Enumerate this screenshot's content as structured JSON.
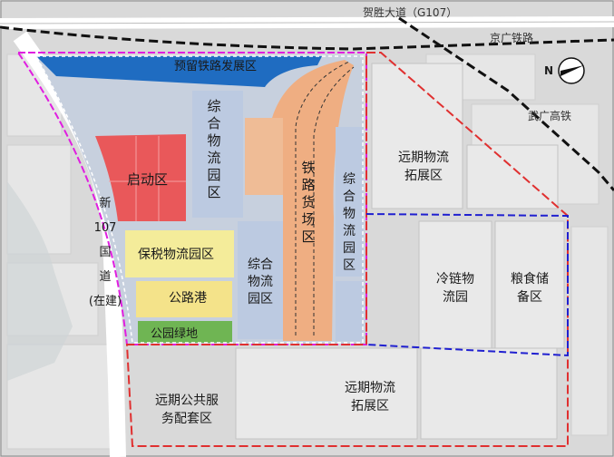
{
  "roads": {
    "top_road": "贺胜大道（G107）",
    "railway": "京广铁路",
    "highspeed": "武广高铁",
    "national_road": [
      "新",
      "107",
      "国",
      "道",
      "(在建)"
    ]
  },
  "compass": {
    "letter": "N"
  },
  "zones": {
    "reserved_rail": "预留铁路发展区",
    "startup": "启动区",
    "logistics_a": [
      "综",
      "合",
      "物",
      "流",
      "园",
      "区"
    ],
    "rail_freight": [
      "铁",
      "路",
      "货",
      "场",
      "区"
    ],
    "logistics_b": [
      "综",
      "合",
      "物",
      "流",
      "园",
      "区"
    ],
    "bonded": "保税物流园区",
    "road_port": "公路港",
    "park_green": "公园绿地",
    "logistics_c": [
      "综合",
      "物流",
      "园区"
    ],
    "far_expansion_ne": [
      "远期物流",
      "拓展区"
    ],
    "cold_chain": [
      "冷链物",
      "流园"
    ],
    "grain": [
      "粮食储",
      "备区"
    ],
    "far_public": [
      "远期公共服",
      "务配套区"
    ],
    "far_expansion_s": [
      "远期物流",
      "拓展区"
    ]
  },
  "colors": {
    "background": "#dcdcdc",
    "reserved_rail": "#1f6cc1",
    "startup": "#e9585a",
    "rail_freight": "#efae82",
    "bonded": "#f4ec9a",
    "road_port": "#f4e38a",
    "park_green": "#6fb553",
    "logistics": "#bdcae0",
    "boundary_magenta": "#e01ee0",
    "boundary_red": "#e03030",
    "boundary_blue": "#2020d0"
  }
}
